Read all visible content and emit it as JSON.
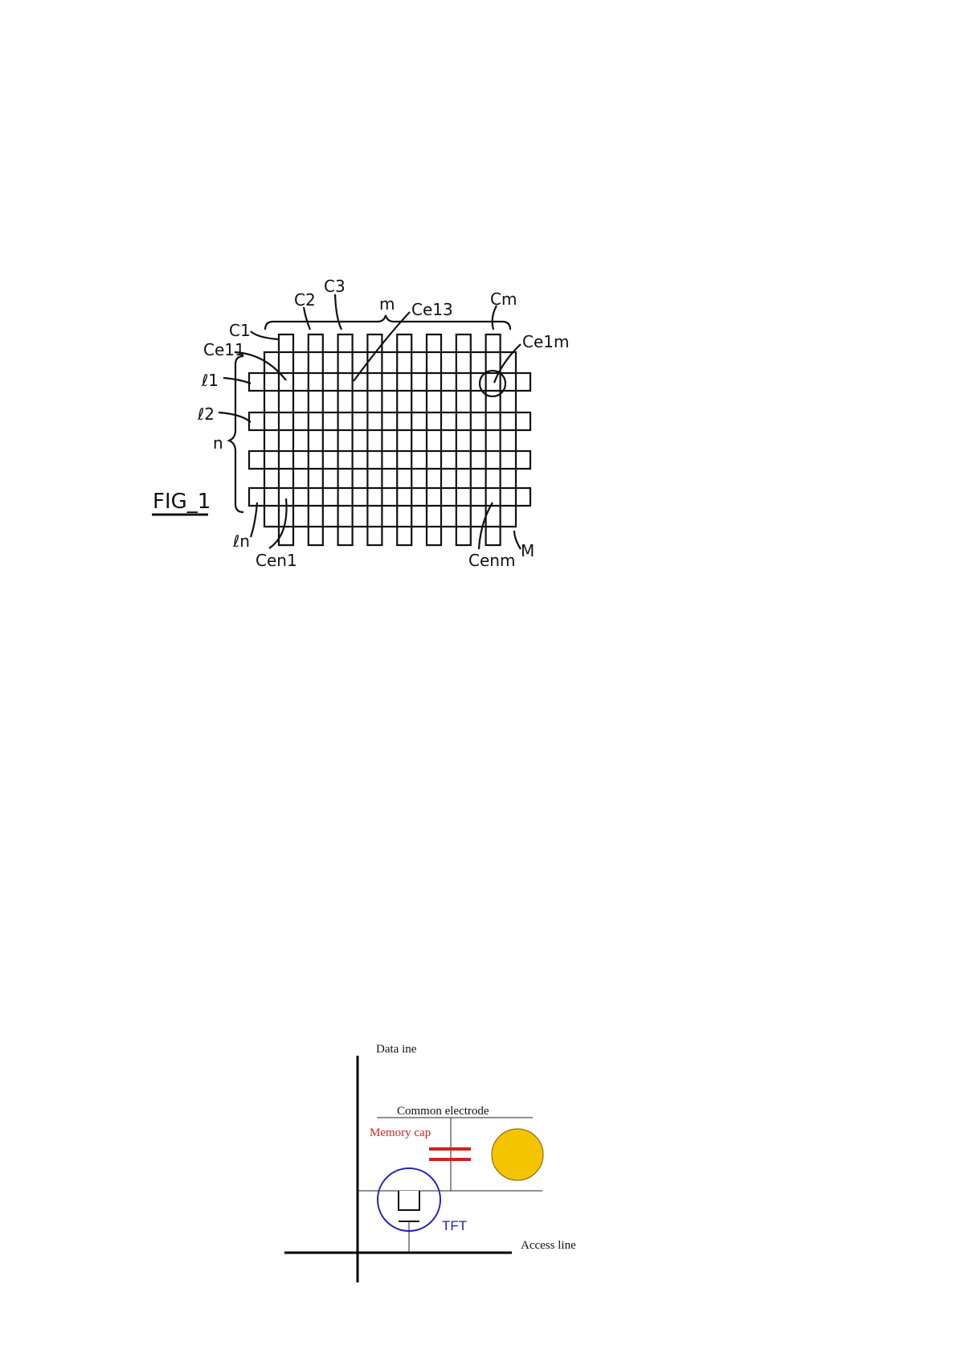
{
  "figure1": {
    "title": "FIG_1",
    "labels": {
      "c1": "C1",
      "c2": "C2",
      "c3": "C3",
      "m": "m",
      "ce13": "Ce13",
      "cm": "Cm",
      "ce1m": "Ce1m",
      "ce11": "Ce11",
      "l1": "ℓ1",
      "l2": "ℓ2",
      "n": "n",
      "ln": "ℓn",
      "cen1": "Cen1",
      "cenm": "Cenm",
      "matrix": "M"
    },
    "columns": 8,
    "rows": 4
  },
  "figure2": {
    "data_line": "Data ine",
    "common_electrode": "Common electrode",
    "memory_cap": "Memory cap",
    "tft": "TFT",
    "access_line": "Access line",
    "colors": {
      "memory_cap": "#d42020",
      "tft": "#2323b8",
      "pixel": "#f5c400"
    }
  }
}
